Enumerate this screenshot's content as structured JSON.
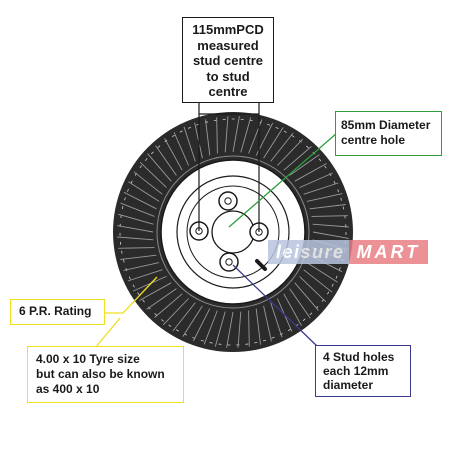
{
  "labels": {
    "pcd": [
      "115mmPCD",
      "measured",
      "stud centre",
      "to stud",
      "centre"
    ],
    "centre_hole": [
      "85mm Diameter",
      "centre hole"
    ],
    "ply_rating": "6 P.R. Rating",
    "tyre_size": [
      "4.00 x 10 Tyre size",
      "but can also be known",
      "as 400 x 10"
    ],
    "stud_holes": [
      "4 Stud holes",
      "each 12mm",
      "diameter"
    ]
  },
  "watermark": {
    "part1": "leisure",
    "part2": "MART"
  },
  "colors": {
    "centre_hole_leader": "#2e9e3e",
    "tyre_leader": "#f0e020",
    "stud_leader": "#3a3a8a",
    "tyre": "#2b2b2b",
    "wheel": "#ffffff"
  }
}
